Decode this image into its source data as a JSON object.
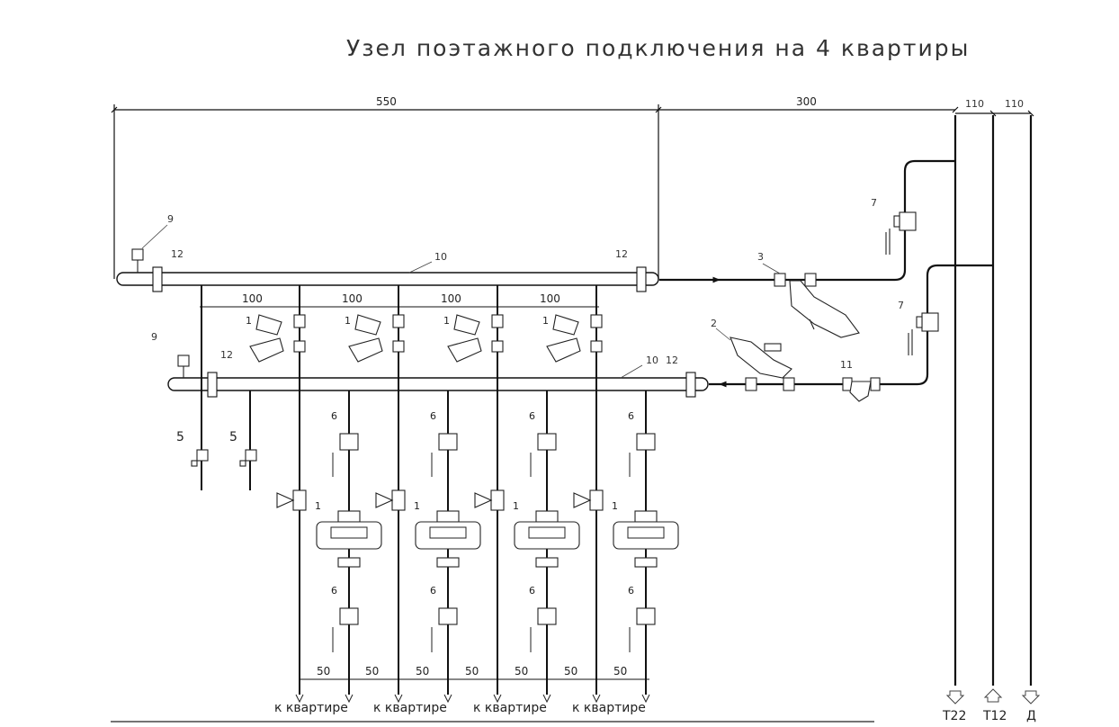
{
  "title": "Узел поэтажного подключения на 4 квартиры",
  "dimensions": {
    "top_left": "550",
    "top_mid": "300",
    "riser_1": "110",
    "riser_2": "110",
    "header_spacing": [
      "100",
      "100",
      "100",
      "100"
    ],
    "bottom_spacing": [
      "50",
      "50",
      "50",
      "50",
      "50",
      "50",
      "50"
    ]
  },
  "callouts": {
    "supply_header": "10",
    "return_header": "10",
    "flange_upper_left": "12",
    "flange_upper_right": "12",
    "flange_lower_left": "12",
    "flange_lower_right": "12",
    "air_vent_upper": "9",
    "air_vent_lower": "9",
    "drain_1": "5",
    "drain_2": "5",
    "regulator_main": "3",
    "regulator_return": "2",
    "strainer": "11",
    "valve_riser_supply": "7",
    "valve_riser_return": "7",
    "balancing_valves": [
      "1",
      "1",
      "1",
      "1"
    ],
    "meter_branch": [
      "1",
      "1",
      "1",
      "1"
    ],
    "ball_valve_upper": [
      "6",
      "6",
      "6",
      "6"
    ],
    "ball_valve_lower": [
      "6",
      "6",
      "6",
      "6"
    ]
  },
  "outlets": [
    "к квартире",
    "к квартире",
    "к квартире",
    "к квартире"
  ],
  "risers": [
    "Т22",
    "Т12",
    "Д"
  ],
  "colors": {
    "line": "#111111",
    "thin": "#333333",
    "background": "#ffffff"
  }
}
